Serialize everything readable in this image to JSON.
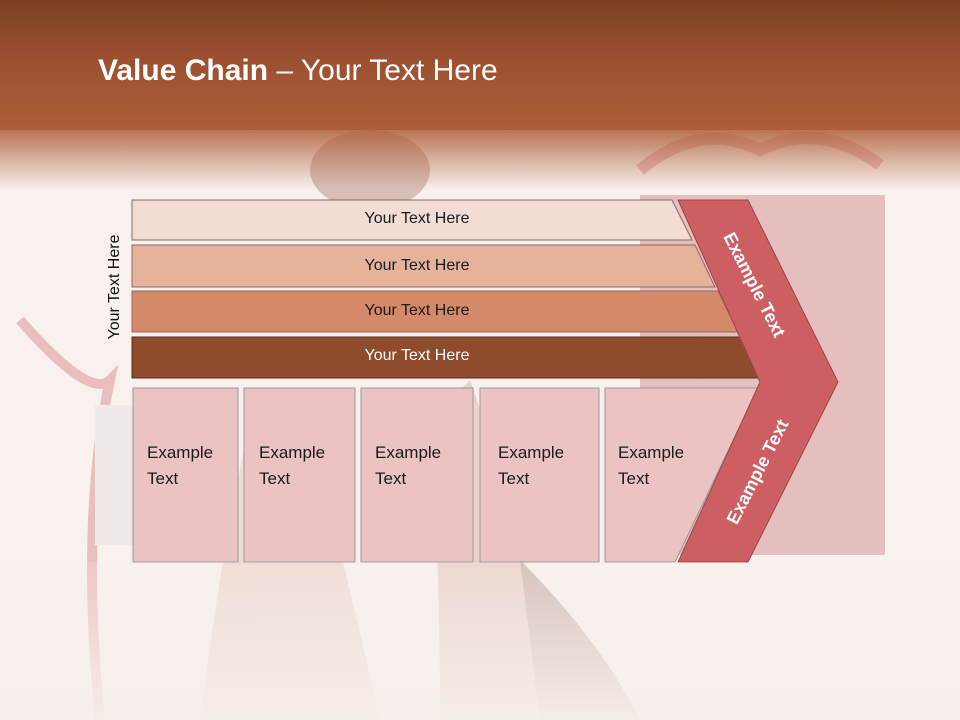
{
  "title": {
    "bold": "Value Chain",
    "rest": " – Your Text Here"
  },
  "side_label": "Your Text Here",
  "rows": [
    {
      "label": "Your Text Here",
      "fill": "#f2dcd3",
      "text_color": "#1a1a1a"
    },
    {
      "label": "Your Text Here",
      "fill": "#e5b39c",
      "text_color": "#1a1a1a"
    },
    {
      "label": "Your Text Here",
      "fill": "#d48a68",
      "text_color": "#1a1a1a"
    },
    {
      "label": "Your Text Here",
      "fill": "#8e4c2c",
      "text_color": "#ffffff"
    }
  ],
  "boxes": [
    {
      "line1": "Example",
      "line2": "Text"
    },
    {
      "line1": "Example",
      "line2": "Text"
    },
    {
      "line1": "Example",
      "line2": "Text"
    },
    {
      "line1": "Example",
      "line2": "Text"
    },
    {
      "line1": "Example",
      "line2": "Text"
    }
  ],
  "chevron": {
    "top_label": "Example Text",
    "bottom_label": "Example Text",
    "fill": "#cd5f63"
  },
  "colors": {
    "box_fill": "#ecc3c3",
    "header": "#a0552f"
  }
}
